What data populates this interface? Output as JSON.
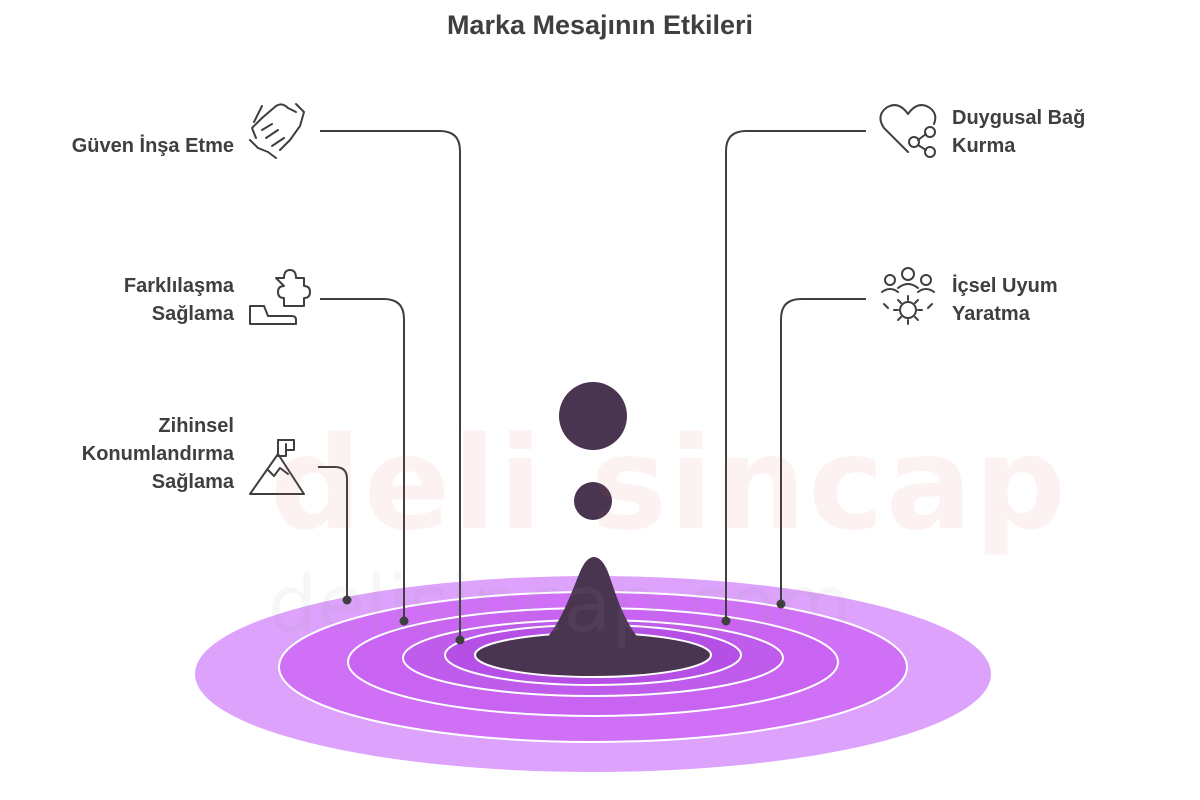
{
  "title": "Marka Mesajının Etkileri",
  "items": {
    "trust": {
      "label": "Güven İnşa Etme",
      "icon": "handshake-icon"
    },
    "differentiation": {
      "label_line1": "Farklılaşma",
      "label_line2": "Sağlama",
      "icon": "puzzle-hand-icon"
    },
    "positioning": {
      "label_line1": "Zihinsel",
      "label_line2": "Konumlandırma",
      "label_line3": "Sağlama",
      "icon": "mountain-flag-icon"
    },
    "emotional": {
      "label_line1": "Duygusal Bağ",
      "label_line2": "Kurma",
      "icon": "heart-network-icon"
    },
    "harmony": {
      "label_line1": "İçsel Uyum",
      "label_line2": "Yaratma",
      "icon": "team-gear-icon"
    }
  },
  "watermark": {
    "text": "deli sincap",
    "url": "delisincap.com"
  },
  "colors": {
    "ripple_outer": "#dda2fb",
    "ripple_mid": "#cf6ff6",
    "ripple_inner": "#b64fe5",
    "drop": "#4a3550",
    "line": "#3f3f3f",
    "text": "#3f3f3f"
  }
}
